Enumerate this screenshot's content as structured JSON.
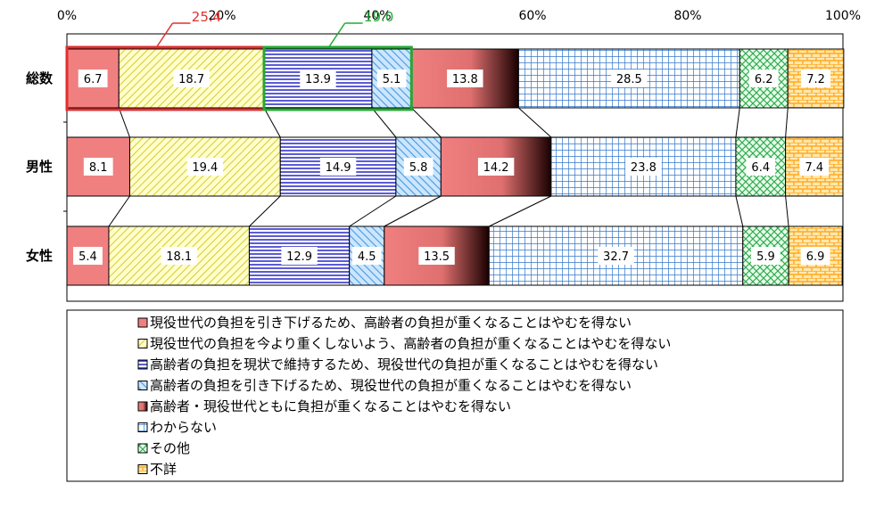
{
  "chart_data": {
    "type": "bar",
    "orientation": "horizontal-stacked-100",
    "xlim": [
      0,
      100
    ],
    "ticks": [
      "0%",
      "20%",
      "40%",
      "60%",
      "80%",
      "100%"
    ],
    "categories": [
      "総数",
      "男性",
      "女性"
    ],
    "series": [
      {
        "name": "現役世代の負担を引き下げるため、高齢者の負担が重くなることはやむを得ない",
        "values": [
          6.7,
          8.1,
          5.4
        ],
        "color": "#f08080",
        "pattern": "solid"
      },
      {
        "name": "現役世代の負担を今より重くしないよう、高齢者の負担が重くなることはやむを得ない",
        "values": [
          18.7,
          19.4,
          18.1
        ],
        "color": "#ffff99",
        "pattern": "diagonal"
      },
      {
        "name": "高齢者の負担を現状で維持するため、現役世代の負担が重くなることはやむを得ない",
        "values": [
          13.9,
          14.9,
          12.9
        ],
        "color": "#3333cc",
        "pattern": "horizontal-lines"
      },
      {
        "name": "高齢者の負担を引き下げるため、現役世代の負担が重くなることはやむを得ない",
        "values": [
          5.1,
          5.8,
          4.5
        ],
        "color": "#99ccff",
        "pattern": "diagonal"
      },
      {
        "name": "高齢者・現役世代ともに負担が重くなることはやむを得ない",
        "values": [
          13.8,
          14.2,
          13.5
        ],
        "color": "#e07070",
        "pattern": "gradient"
      },
      {
        "name": "わからない",
        "values": [
          28.5,
          23.8,
          32.7
        ],
        "color": "#3377cc",
        "pattern": "grid"
      },
      {
        "name": "その他",
        "values": [
          6.2,
          6.4,
          5.9
        ],
        "color": "#33aa55",
        "pattern": "crosshatch"
      },
      {
        "name": "不詳",
        "values": [
          7.2,
          7.4,
          6.9
        ],
        "color": "#ffb833",
        "pattern": "brick"
      }
    ],
    "annotations": [
      {
        "label": "25.4",
        "color": "#e03030",
        "series_start": 0,
        "series_end": 1,
        "category": "総数"
      },
      {
        "label": "19.0",
        "color": "#22aa33",
        "series_start": 2,
        "series_end": 3,
        "category": "総数"
      }
    ],
    "legend": "bottom",
    "grid": false
  }
}
